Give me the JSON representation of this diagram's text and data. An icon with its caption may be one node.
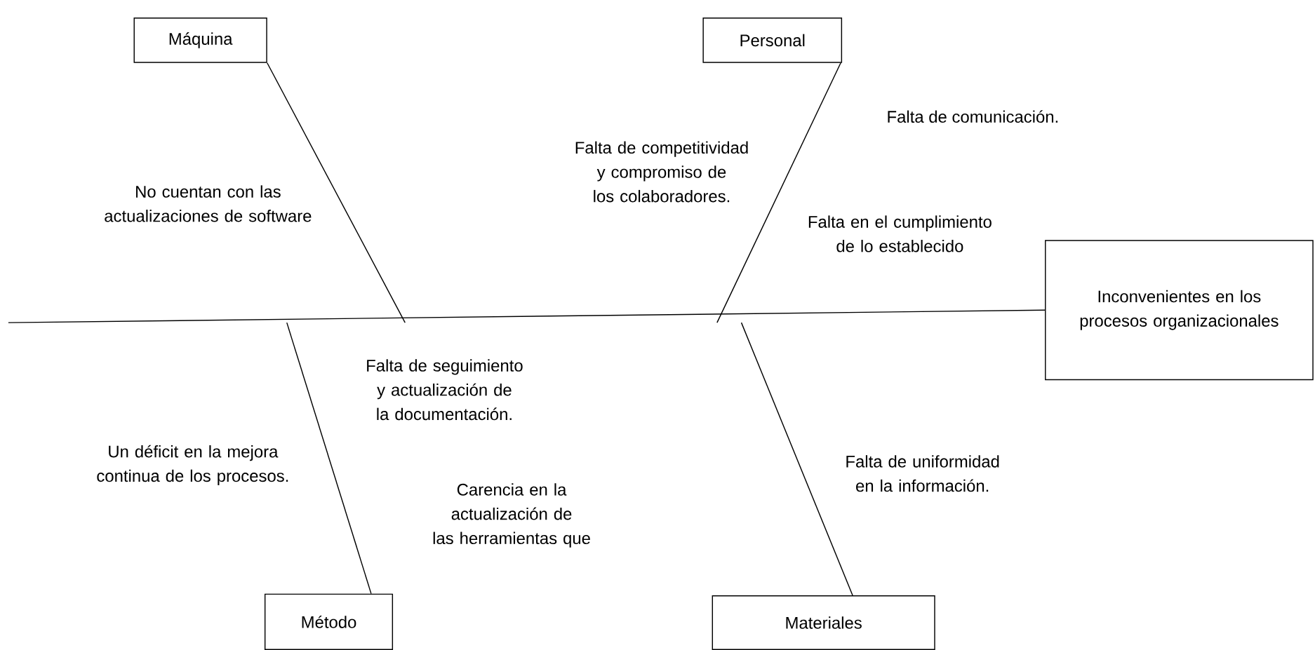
{
  "diagram": {
    "nodes": [
      {
        "text": [
          "Máquina"
        ]
      },
      {
        "text": [
          "Personal"
        ]
      },
      {
        "text": [
          "Inconvenientes en los procesos organizacionales"
        ]
      },
      {
        "text": [
          "Método"
        ]
      },
      {
        "text": [
          "Materiales"
        ]
      }
    ],
    "edges": [
      {
        "from": null,
        "to": 2,
        "arrow": "none"
      },
      {
        "from": 0,
        "to": null,
        "arrow": "none"
      },
      {
        "from": 1,
        "to": null,
        "arrow": "none"
      },
      {
        "from": 3,
        "to": null,
        "arrow": "none"
      },
      {
        "from": 4,
        "to": null,
        "arrow": "none"
      }
    ],
    "labels": [
      "Falta de comunicación.",
      "Falta de competitividad y compromiso de los colaboradores.",
      "No cuentan con las actualizaciones de software",
      "Falta en el cumplimiento de lo establecido",
      "Falta de seguimiento y actualización de la documentación.",
      "Un déficit en la mejora continua de los procesos.",
      "Falta de uniformidad en la información.",
      "Carencia en la actualización de las herramientas que"
    ]
  }
}
